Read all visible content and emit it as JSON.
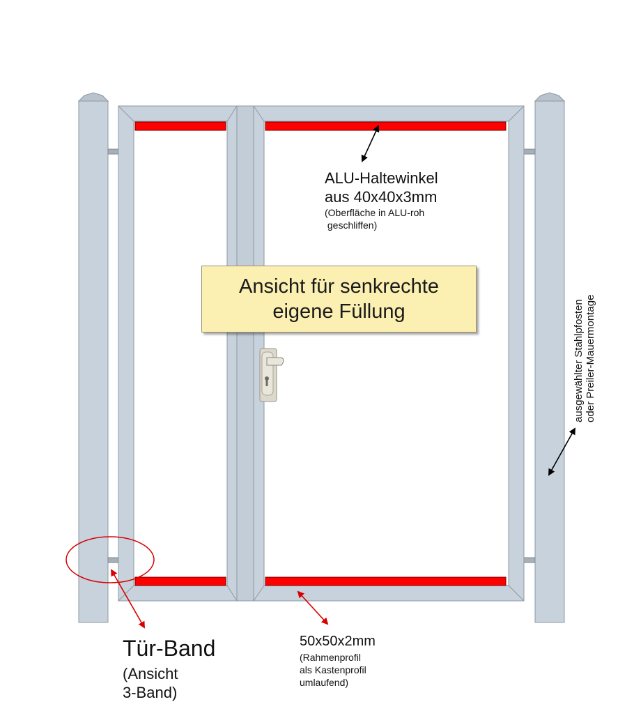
{
  "title": {
    "line1": "Ansicht für senkrechte",
    "line2": "eigene Füllung"
  },
  "annotations": {
    "holder": {
      "line1": "ALU-Haltewinkel",
      "line2": "aus 40x40x3mm",
      "line3": "(Oberfläche in ALU-roh",
      "line4": " geschliffen)"
    },
    "hinge": {
      "line1": "Tür-Band",
      "line2": "(Ansicht",
      "line3": "3-Band)"
    },
    "frame": {
      "line1": "50x50x2mm",
      "line2": "(Rahmenprofil",
      "line3": "als Kastenprofil",
      "line4": "umlaufend)"
    },
    "post": {
      "line1": "ausgewählter Stahlpfosten",
      "line2": "oder Preiler-Mauermontage"
    }
  },
  "colors": {
    "aluminium": "#c8d2dc",
    "aluminium_edge": "#8e98a2",
    "holder_bar": "#ff0000",
    "arrow_black": "#000000",
    "arrow_red": "#d80000",
    "title_box": "#fbf0b2"
  }
}
